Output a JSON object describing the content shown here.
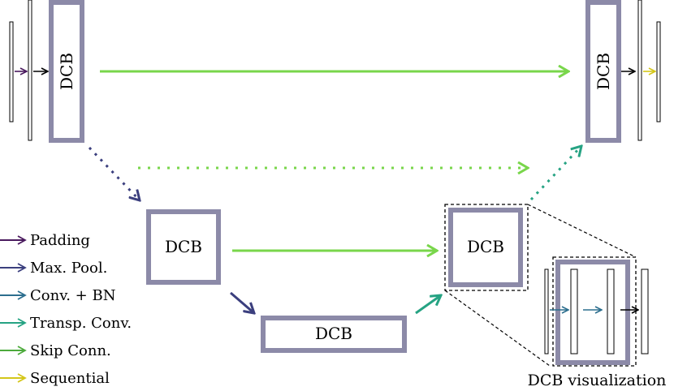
{
  "blocks": {
    "top_left": "DCB",
    "top_right": "DCB",
    "mid_left": "DCB",
    "mid_right": "DCB",
    "bottom": "DCB"
  },
  "legend": [
    {
      "label": "Padding",
      "color": "#4a1a5e"
    },
    {
      "label": "Max. Pool.",
      "color": "#3b3f7e"
    },
    {
      "label": "Conv. + BN",
      "color": "#2c6e8e"
    },
    {
      "label": "Transp. Conv.",
      "color": "#26a383"
    },
    {
      "label": "Skip Conn.",
      "color": "#4caa3c"
    },
    {
      "label": "Sequential",
      "color": "#d4c619"
    }
  ],
  "caption": "DCB visualization",
  "colors": {
    "block_border": "#8c8aa8",
    "skip": "#79d64b",
    "maxpool": "#3b3f7e",
    "transp": "#26a383",
    "conv_bn": "#2c6e8e",
    "padding": "#4a1a5e",
    "sequential": "#d4c619"
  }
}
